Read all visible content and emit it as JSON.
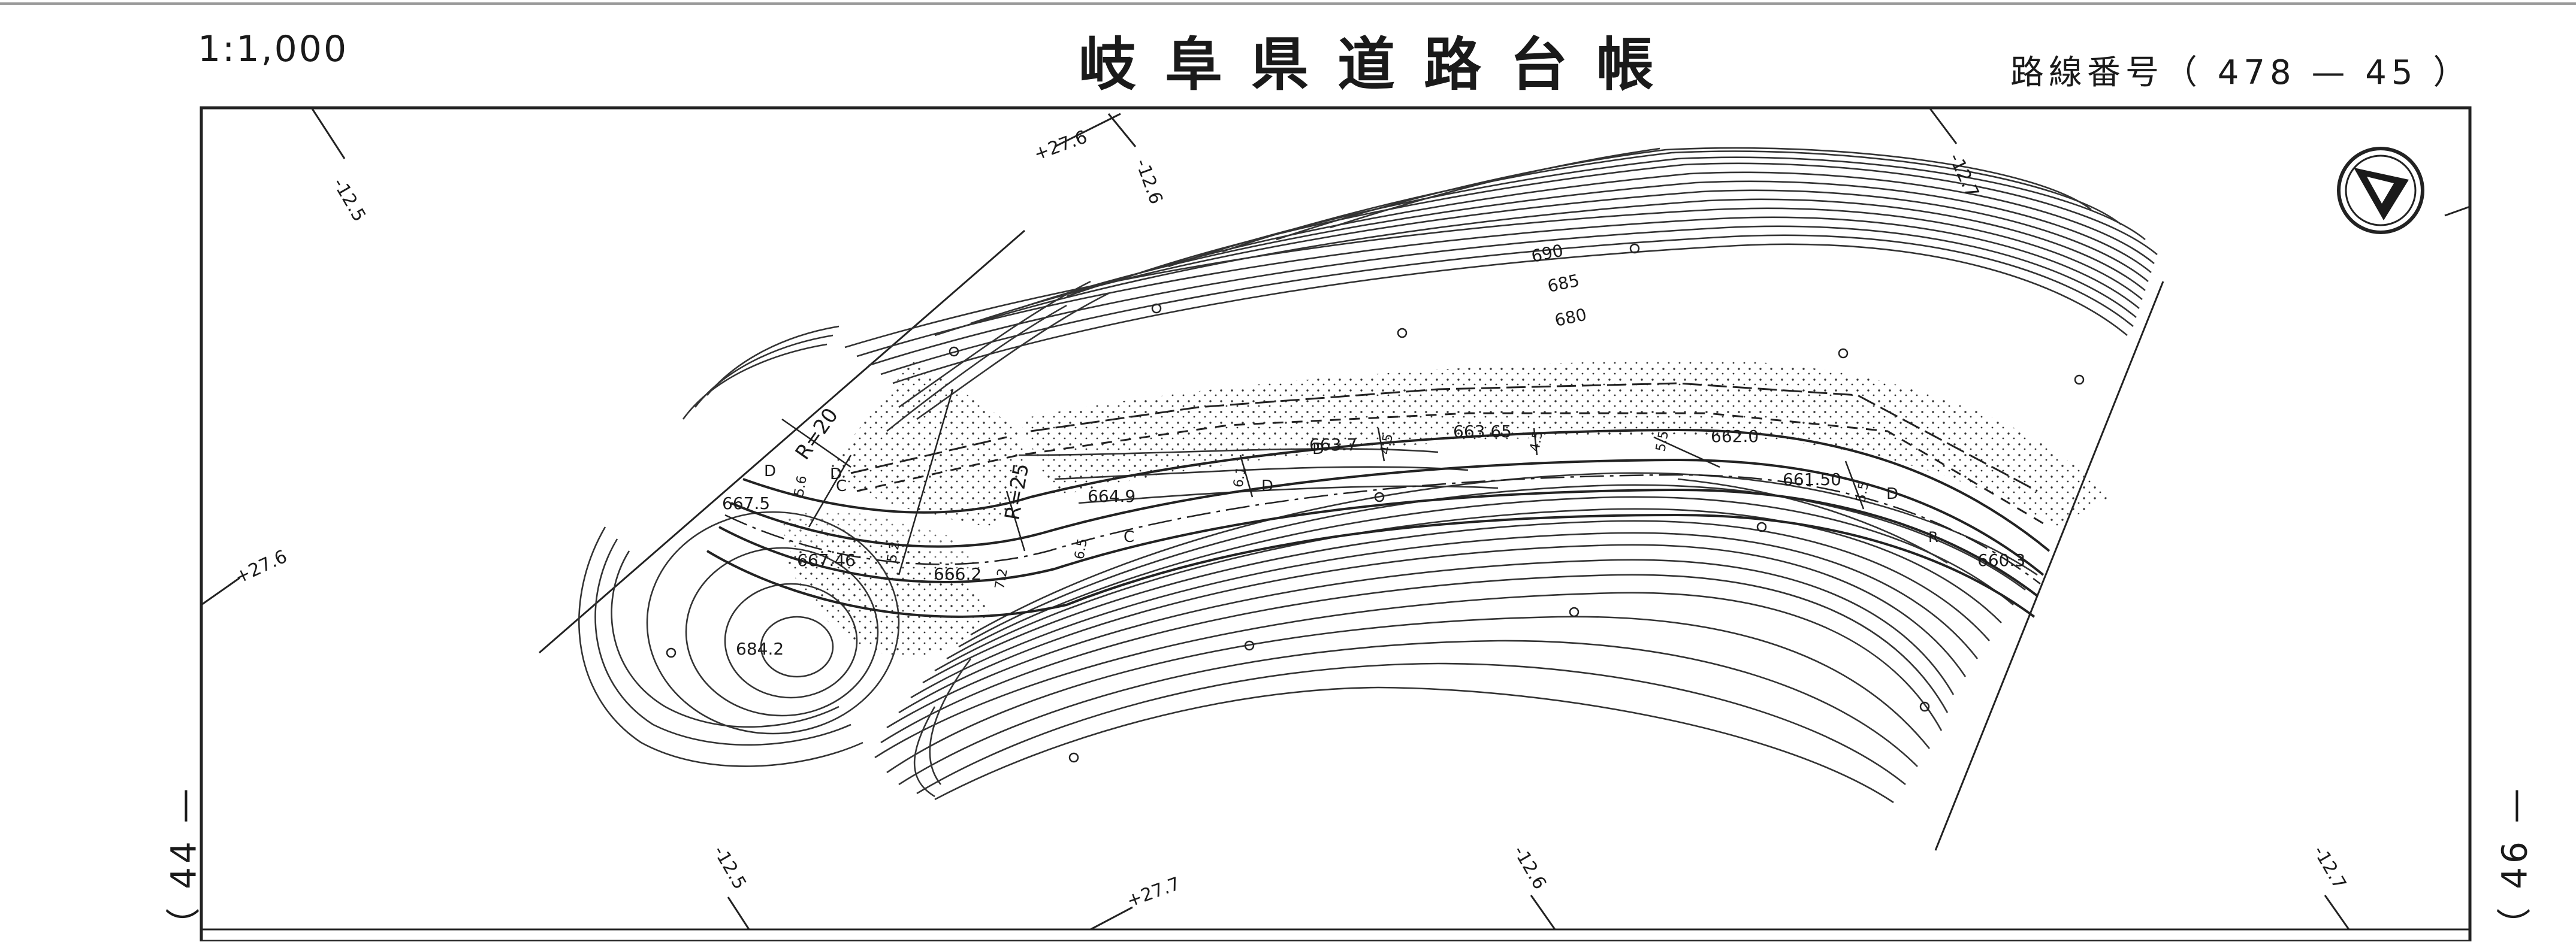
{
  "header": {
    "scale": "1:1,000",
    "title": "岐阜県道路台帳",
    "route_number": "路線番号（ 478 — 45 ）"
  },
  "sheet_left": "（ 44 —",
  "sheet_right": "（ 46 —",
  "north_arrow": {
    "icon": "north-arrow-icon"
  },
  "grid_labels": [
    {
      "id": "grid-top-125",
      "text": "-12.5"
    },
    {
      "id": "grid-top-276",
      "text": "+27.6"
    },
    {
      "id": "grid-top-126",
      "text": "-12.6"
    },
    {
      "id": "grid-top-127",
      "text": "-12.7"
    },
    {
      "id": "grid-left-276",
      "text": "+27.6"
    },
    {
      "id": "grid-bottom-125",
      "text": "-12.5"
    },
    {
      "id": "grid-bottom-277",
      "text": "+27.7"
    },
    {
      "id": "grid-bottom-126",
      "text": "-12.6"
    },
    {
      "id": "grid-bottom-127",
      "text": "-12.7"
    }
  ],
  "contour_labels": [
    "690",
    "685",
    "680"
  ],
  "elevations": [
    "667.5",
    "667.46",
    "666.2",
    "664.9",
    "663.7",
    "663.65",
    "662.0",
    "661.50",
    "660.3",
    "684.2"
  ],
  "curve_labels": [
    "R=20",
    "R=25",
    "R"
  ],
  "widths": [
    "5.6",
    "5.2",
    "7.2",
    "6.5",
    "6.1",
    "4.5",
    "4.5",
    "5.5",
    "5.5"
  ],
  "markers": [
    "D",
    "D",
    "D",
    "C",
    "C",
    "D",
    "D"
  ]
}
